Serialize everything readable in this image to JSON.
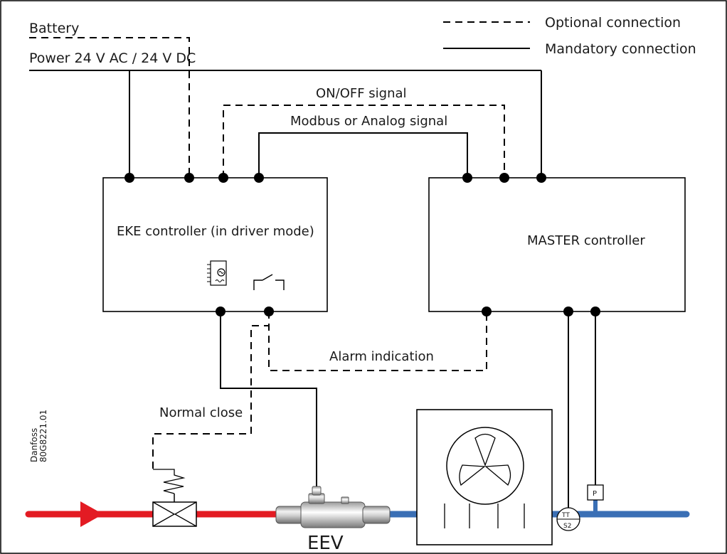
{
  "legend": {
    "optional": "Optional connection",
    "mandatory": "Mandatory connection"
  },
  "labels": {
    "battery": "Battery",
    "power": "Power 24 V AC / 24 V DC",
    "onoff": "ON/OFF signal",
    "modbus": "Modbus or Analog signal",
    "eke": "EKE controller (in driver mode)",
    "master": "MASTER controller",
    "alarm": "Alarm indication",
    "normal_close": "Normal close",
    "eev": "EEV",
    "brand": "Danfoss",
    "code": "80G8221.01",
    "tt_top": "TT",
    "tt_bottom": "S2",
    "p": "P"
  },
  "colors": {
    "liquid_line": "#e31b23",
    "suction_line": "#3a6fb5",
    "line": "#000000"
  },
  "icons": [
    "dashed-line-icon",
    "solid-line-icon",
    "chip-icon",
    "relay-icon",
    "arrow-icon",
    "solenoid-valve-icon",
    "eev-valve-icon",
    "fan-icon",
    "tt-sensor-icon",
    "pressure-sensor-icon"
  ]
}
